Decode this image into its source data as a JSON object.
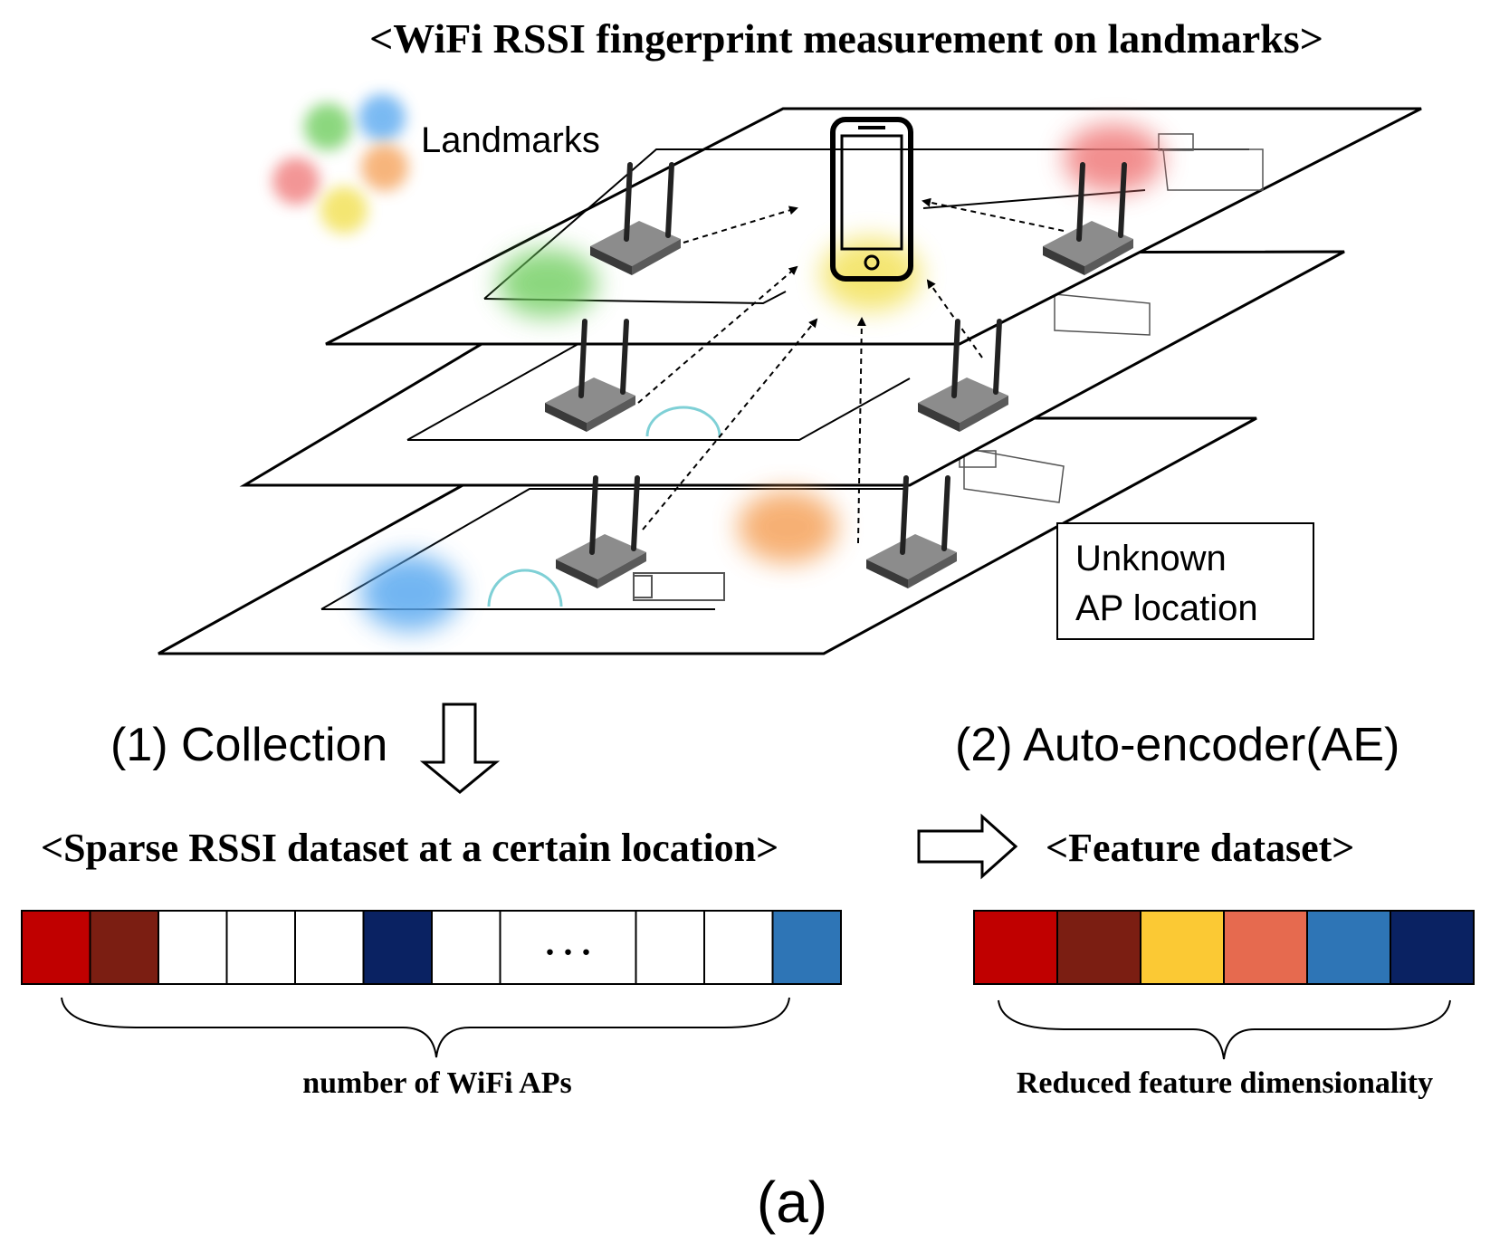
{
  "title": "<WiFi RSSI fingerprint measurement on landmarks>",
  "legend": {
    "label": "Landmarks",
    "colors": [
      "#6fce5e",
      "#5aa9f0",
      "#f07b7b",
      "#f5a35c",
      "#f2e04f"
    ]
  },
  "unknown_ap_box": {
    "line1": "Unknown",
    "line2": "AP location"
  },
  "steps": {
    "collection": "(1) Collection",
    "autoencoder": "(2) Auto-encoder(AE)"
  },
  "datasets": {
    "sparse": {
      "title": "<Sparse RSSI dataset at a certain location>",
      "brace_label": "number of WiFi APs",
      "ellipsis": ". . .",
      "cells": [
        "#c00000",
        "#7b1e12",
        "#ffffff",
        "#ffffff",
        "#ffffff",
        "#0a2262",
        "#ffffff",
        "ellipsis",
        "#ffffff",
        "#ffffff",
        "#2e75b6"
      ]
    },
    "feature": {
      "title": "<Feature dataset>",
      "brace_label": "Reduced feature dimensionality",
      "cells": [
        "#c00000",
        "#7b1e12",
        "#fbc934",
        "#e66a4f",
        "#2e75b6",
        "#0a2262"
      ]
    }
  },
  "caption": "(a)"
}
